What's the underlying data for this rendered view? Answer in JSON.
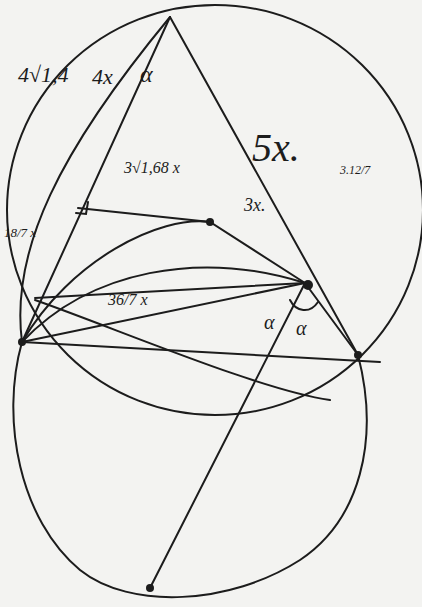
{
  "diagram": {
    "labels": [
      "4√1,4",
      "4x",
      "α",
      "3√1,68 x",
      "5x.",
      "3.12/7",
      "3x.",
      "18/7 x",
      "36/7 x",
      "α",
      "α"
    ]
  }
}
